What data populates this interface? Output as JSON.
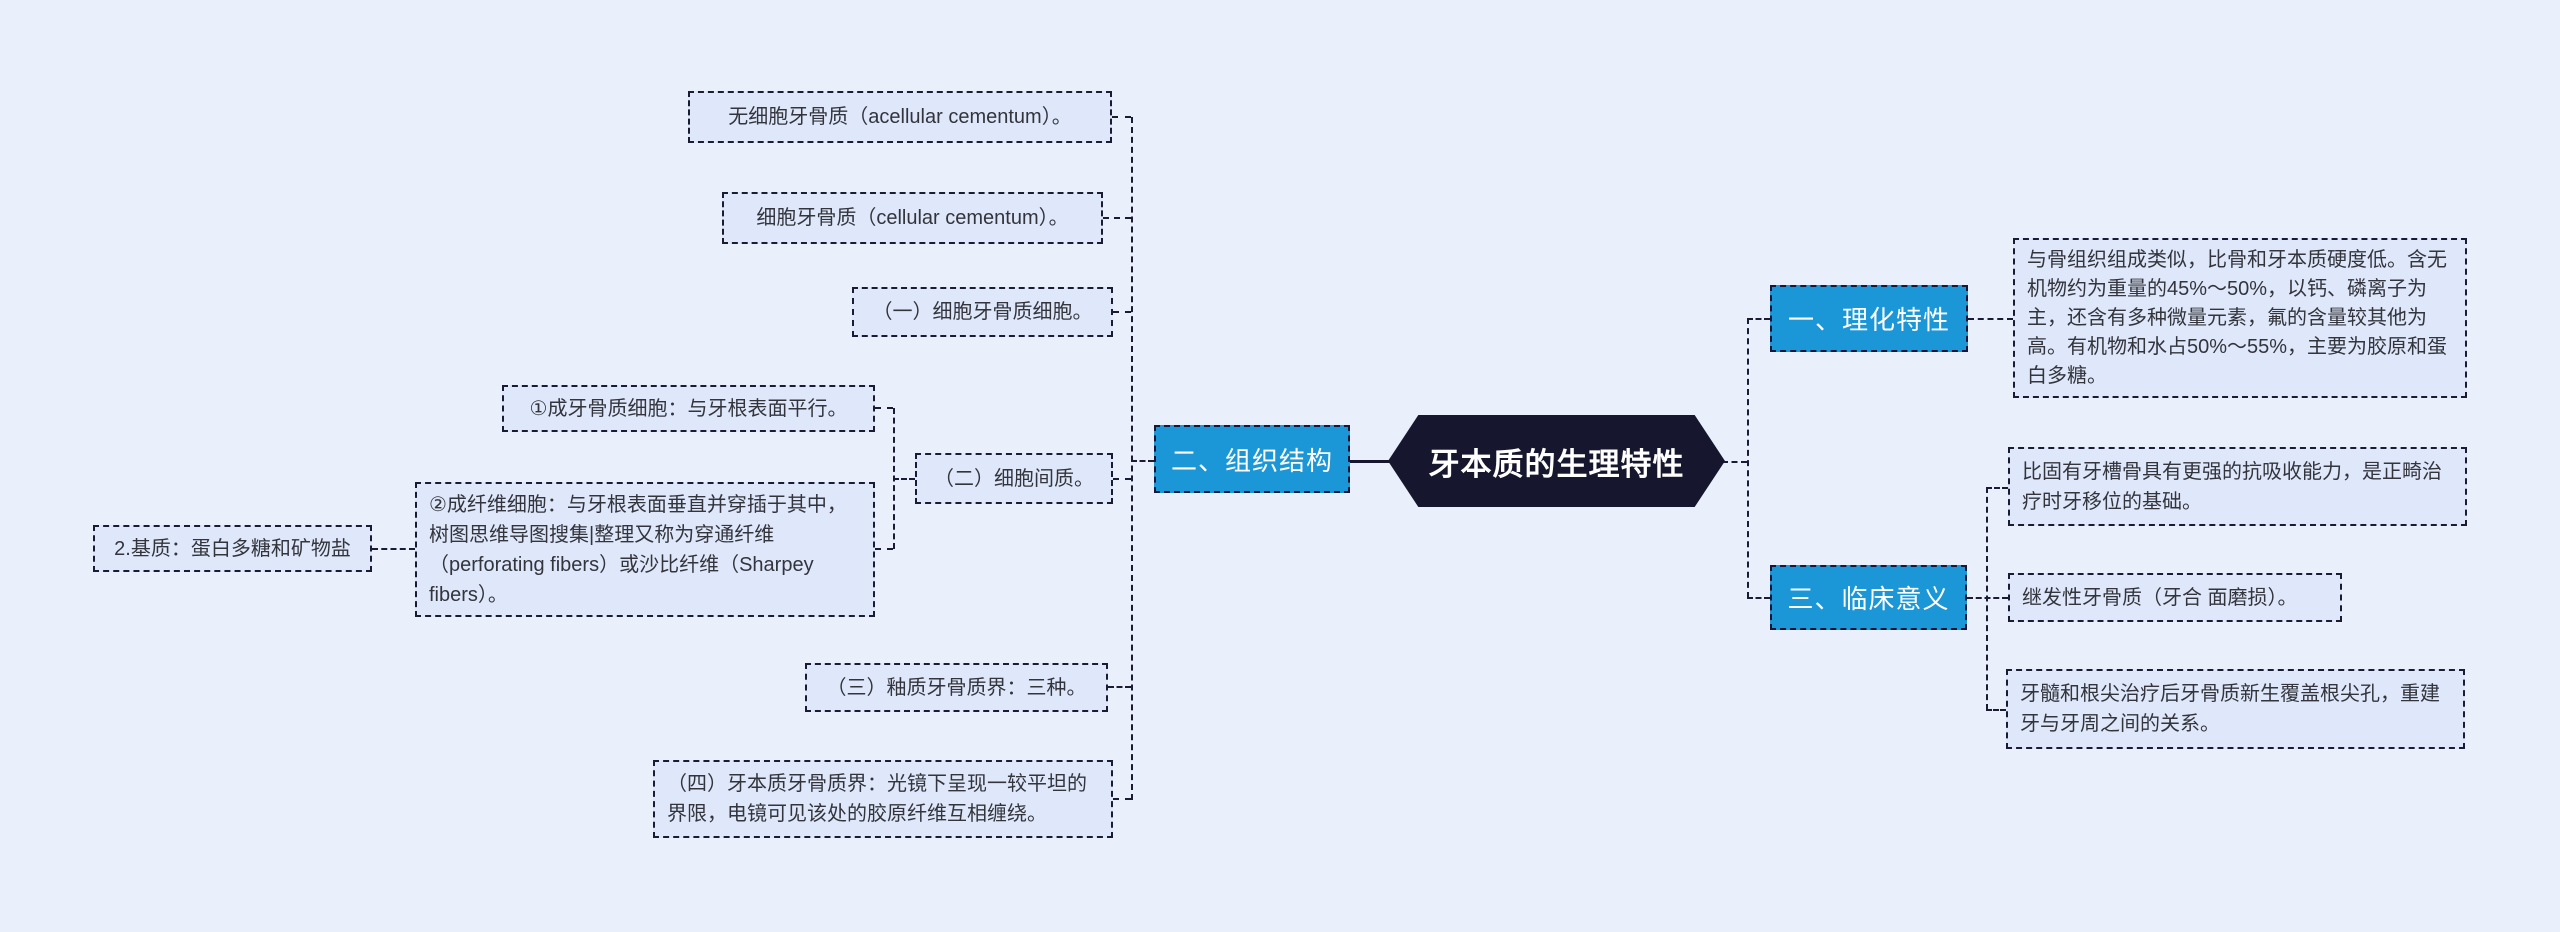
{
  "palette": {
    "background": "#e9f0fc",
    "leaf_fill": "#dfe8fa",
    "leaf_border": "#1b1c33",
    "branch_fill": "#1b97d8",
    "root_fill": "#16172f",
    "text_dark": "#33343c",
    "text_light": "#ffffff"
  },
  "nodes": {
    "root": {
      "label": "牙本质的生理特性"
    },
    "lihua": {
      "label": "一、理化特性"
    },
    "zuzhi": {
      "label": "二、组织结构"
    },
    "linchuang": {
      "label": "三、临床意义"
    },
    "acellular": {
      "label": "无细胞牙骨质（acellular cementum）。"
    },
    "cellular": {
      "label": "细胞牙骨质（cellular cementum）。"
    },
    "c1": {
      "label": "（一）细胞牙骨质细胞。"
    },
    "c2": {
      "label": "（二）细胞间质。"
    },
    "c3": {
      "label": "（三）釉质牙骨质界：三种。"
    },
    "c4": {
      "label": "（四）牙本质牙骨质界：光镜下呈现一较平坦的界限，电镜可见该处的胶原纤维互相缠绕。"
    },
    "sub1": {
      "label": "①成牙骨质细胞：与牙根表面平行。"
    },
    "sub2": {
      "label": "②成纤维细胞：与牙根表面垂直并穿插于其中，树图思维导图搜集|整理又称为穿通纤维（perforating fibers）或沙比纤维（Sharpey fibers）。"
    },
    "jizhi": {
      "label": "2.基质：蛋白多糖和矿物盐"
    },
    "lihua_text": {
      "label": "与骨组织组成类似，比骨和牙本质硬度低。含无机物约为重量的45%～50%，以钙、磷离子为主，还含有多种微量元素，氟的含量较其他为高。有机物和水占50%～55%，主要为胶原和蛋白多糖。"
    },
    "lin1": {
      "label": "比固有牙槽骨具有更强的抗吸收能力，是正畸治疗时牙移位的基础。"
    },
    "lin2": {
      "label": "继发性牙骨质（牙合 面磨损）。"
    },
    "lin3": {
      "label": "牙髓和根尖治疗后牙骨质新生覆盖根尖孔，重建牙与牙周之间的关系。"
    }
  },
  "structure": {
    "root": "牙本质的生理特性",
    "branches": [
      {
        "label": "一、理化特性",
        "children": [
          "lihua_text"
        ]
      },
      {
        "label": "二、组织结构",
        "children": [
          "acellular",
          "cellular",
          "c1",
          "c2",
          "c3",
          "c4"
        ],
        "c2_children": [
          "sub1",
          "sub2"
        ],
        "sub2_children": [
          "jizhi"
        ]
      },
      {
        "label": "三、临床意义",
        "children": [
          "lin1",
          "lin2",
          "lin3"
        ]
      }
    ]
  }
}
